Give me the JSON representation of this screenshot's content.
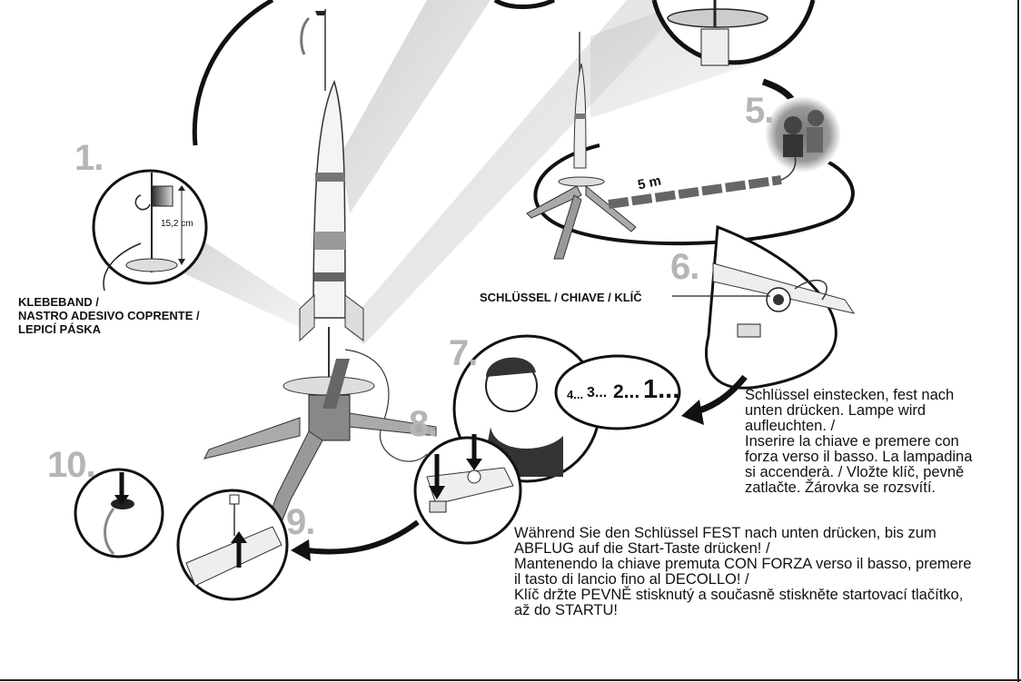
{
  "steps": {
    "s1": "1.",
    "s5": "5.",
    "s6": "6.",
    "s7": "7.",
    "s8": "8.",
    "s9": "9.",
    "s10": "10."
  },
  "labels": {
    "tape": [
      "KLEBEBAND /",
      "NASTRO ADESIVO COPRENTE /",
      "LEPICÍ PÁSKA"
    ],
    "key": "SCHLÜSSEL / CHIAVE / KLÍČ",
    "measurement": "15,2 cm",
    "distance": "5 m"
  },
  "countdown": {
    "n4": "4...",
    "n3": "3...",
    "n2": "2...",
    "n1": "1..."
  },
  "instructions": {
    "insert_key": [
      "Schlüssel einstecken, fest nach",
      "unten drücken. Lampe wird",
      "aufleuchten. /",
      "Inserire la chiave e premere con",
      "forza verso il basso. La lampadina",
      "si accenderà. / Vložte klíč, pevně",
      "zatlačte. Žárovka se rozsvítí."
    ],
    "launch": [
      "Während Sie den Schlüssel FEST nach unten drücken, bis zum",
      "ABFLUG auf die Start-Taste drücken! /",
      "Mantenendo la chiave premuta CON FORZA verso il basso, premere",
      "il tasto di lancio fino al DECOLLO! /",
      "Klíč držte PEVNĚ stisknutý a současně stiskněte startovací tlačítko,",
      "až do STARTU!"
    ]
  },
  "icons": [
    "rocket-illustration",
    "launch-pad-illustration",
    "key-icon",
    "person-illustration",
    "arrow-icon"
  ]
}
